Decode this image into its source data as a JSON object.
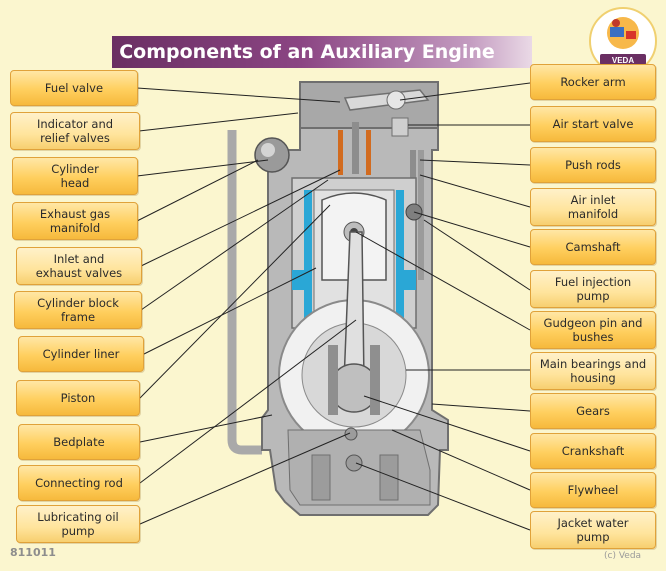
{
  "title": "Components of an Auxiliary Engine",
  "left_labels": [
    {
      "text": "Fuel valve"
    },
    {
      "text": "Indicator and relief valves"
    },
    {
      "text": "Cylinder head"
    },
    {
      "text": "Exhaust gas manifold"
    },
    {
      "text": "Inlet and exhaust valves"
    },
    {
      "text": "Cylinder block frame"
    },
    {
      "text": "Cylinder liner"
    },
    {
      "text": "Piston"
    },
    {
      "text": "Bedplate"
    },
    {
      "text": "Connecting rod"
    },
    {
      "text": "Lubricating oil pump"
    }
  ],
  "right_labels": [
    {
      "text": "Rocker arm"
    },
    {
      "text": "Air start valve"
    },
    {
      "text": "Push rods"
    },
    {
      "text": "Air inlet manifold"
    },
    {
      "text": "Camshaft"
    },
    {
      "text": "Fuel injection pump"
    },
    {
      "text": "Gudgeon pin and bushes"
    },
    {
      "text": "Main bearings and housing"
    },
    {
      "text": "Gears"
    },
    {
      "text": "Crankshaft"
    },
    {
      "text": "Flywheel"
    },
    {
      "text": "Jacket water pump"
    }
  ],
  "footer_code": "811011",
  "copyright": "(c) Veda",
  "logo_text": "VEDA",
  "colors": {
    "background": "#fbf6cf",
    "engine_gray": "#b9b9b9",
    "engine_dark": "#8e8e8e",
    "coolant_blue": "#2aa7d6",
    "label_orange": "#ffcf5e",
    "title_purple": "#6a2f63"
  }
}
